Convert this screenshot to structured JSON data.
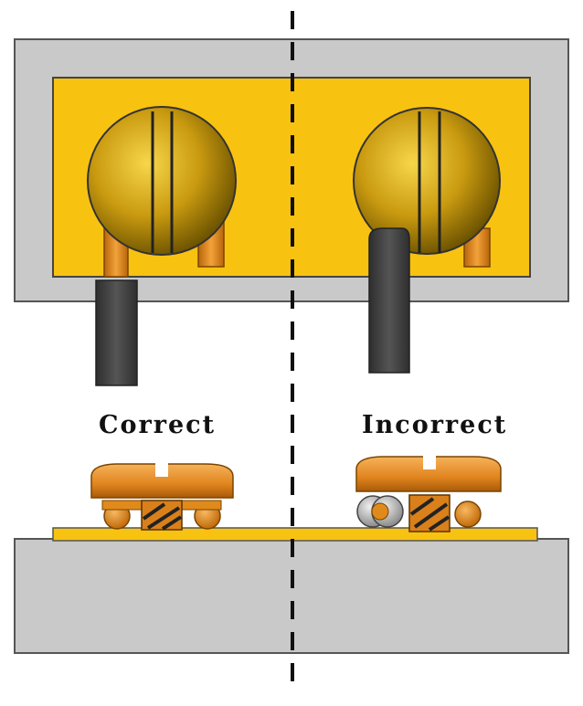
{
  "labels": {
    "correct": "Correct",
    "incorrect": "Incorrect"
  },
  "colors": {
    "block_gray": "#c9c9c9",
    "terminal_plate": "#f8c211",
    "screw_dark": "#8a6a00",
    "screw_light": "#f2c428",
    "wire_insulation": "#3e3e3e",
    "copper_wire": "#e08a1c",
    "divider": "#111111"
  },
  "icons": [
    "screw-terminal-icon",
    "wire-icon",
    "dashed-divider"
  ]
}
